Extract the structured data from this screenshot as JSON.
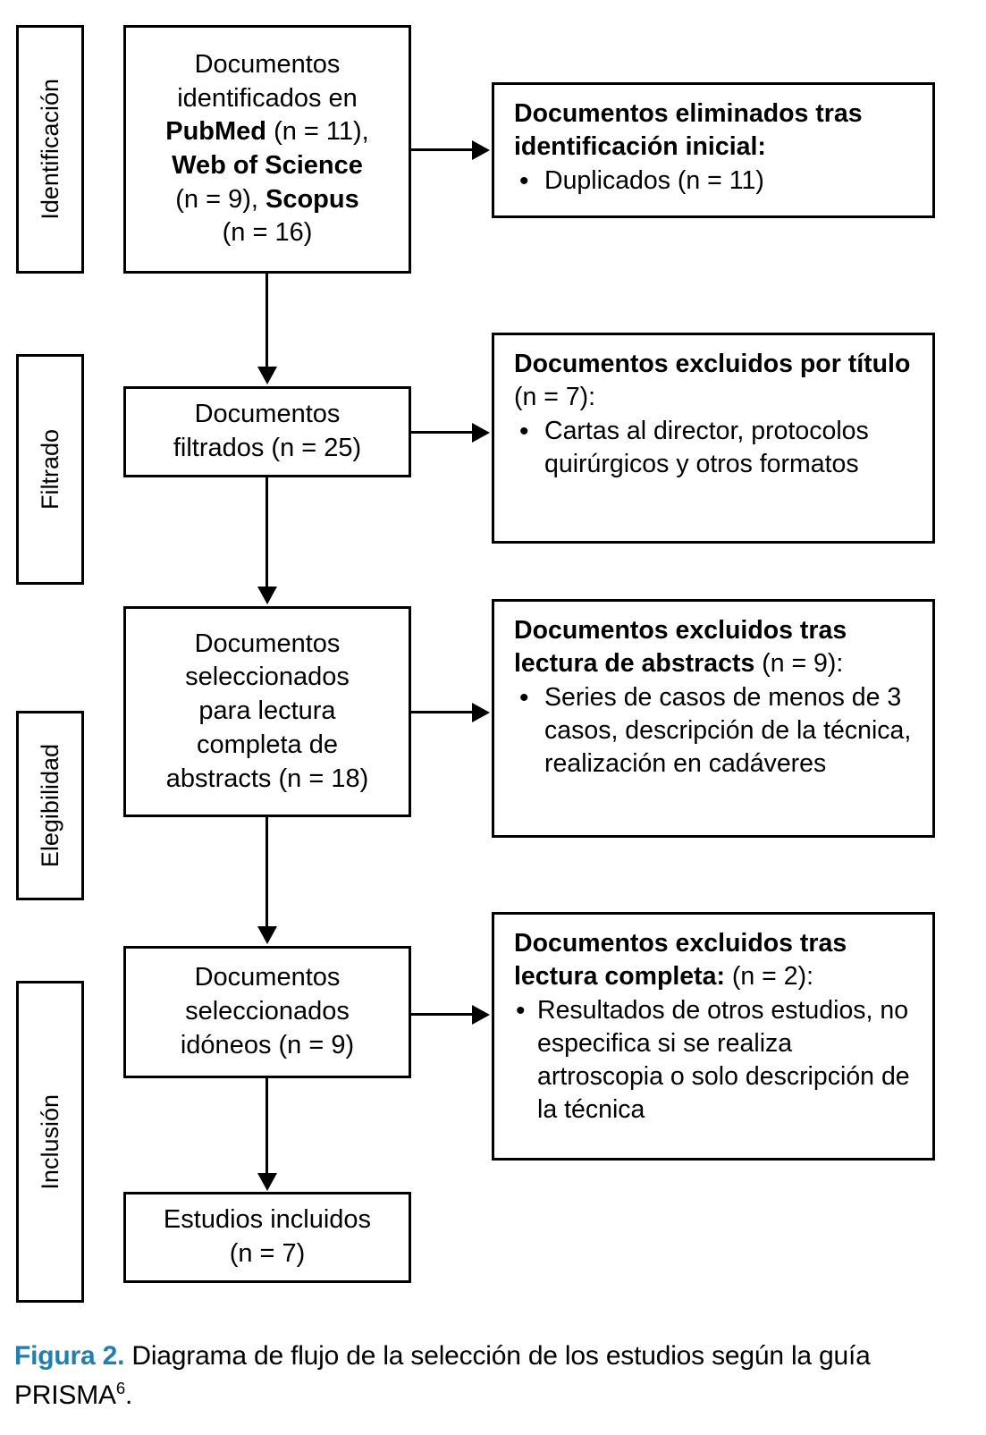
{
  "figure": {
    "caption_label": "Figura 2.",
    "caption_text": "Diagrama de flujo de la selección de los estudios según la guía PRISMA",
    "caption_superscript": "6",
    "caption_end": ".",
    "label_color": "#1e7fb5"
  },
  "stages": [
    {
      "id": "identificacion",
      "label": "Identificación"
    },
    {
      "id": "filtrado",
      "label": "Filtrado"
    },
    {
      "id": "elegibilidad",
      "label": "Elegibilidad"
    },
    {
      "id": "inclusion",
      "label": "Inclusión"
    }
  ],
  "primary_boxes": [
    {
      "id": "identificados",
      "lines": [
        {
          "text": "Documentos"
        },
        {
          "text": "identificados en"
        },
        {
          "bold": "PubMed",
          "text": " (n = 11),"
        },
        {
          "bold": "Web of Science"
        },
        {
          "text": "(n = 9), ",
          "bold_after": "Scopus"
        },
        {
          "text": "(n = 16)"
        }
      ],
      "plain": "Documentos identificados en PubMed (n = 11), Web of Science (n = 9), Scopus (n = 16)",
      "n_pubmed": 11,
      "n_wos": 9,
      "n_scopus": 16
    },
    {
      "id": "filtrados",
      "lines": [
        {
          "text": "Documentos"
        },
        {
          "text": "filtrados (n = 25)"
        }
      ],
      "plain": "Documentos filtrados (n = 25)",
      "n": 25
    },
    {
      "id": "seleccionados-abstracts",
      "lines": [
        {
          "text": "Documentos"
        },
        {
          "text": "seleccionados"
        },
        {
          "text": "para lectura"
        },
        {
          "text": "completa de"
        },
        {
          "text": "abstracts (n = 18)"
        }
      ],
      "plain": "Documentos seleccionados para lectura completa de abstracts (n = 18)",
      "n": 18
    },
    {
      "id": "seleccionados-idoneos",
      "lines": [
        {
          "text": "Documentos"
        },
        {
          "text": "seleccionados"
        },
        {
          "text": "idóneos (n = 9)"
        }
      ],
      "plain": "Documentos seleccionados idóneos (n = 9)",
      "n": 9
    },
    {
      "id": "estudios-incluidos",
      "lines": [
        {
          "text": "Estudios incluidos"
        },
        {
          "text": "(n = 7)"
        }
      ],
      "plain": "Estudios incluidos (n = 7)",
      "n": 7
    }
  ],
  "exclusion_boxes": [
    {
      "id": "eliminados-identificacion",
      "heading_bold": "Documentos eliminados tras identificación inicial:",
      "heading_regular": "",
      "items": [
        "Duplicados (n = 11)"
      ],
      "n": 11
    },
    {
      "id": "excluidos-titulo",
      "heading_bold": "Documentos excluidos por título",
      "heading_regular": " (n = 7):",
      "items": [
        "Cartas al director, protocolos quirúrgicos y otros formatos"
      ],
      "n": 7
    },
    {
      "id": "excluidos-abstracts",
      "heading_bold": "Documentos excluidos tras lectura de abstracts",
      "heading_regular": " (n = 9):",
      "items": [
        "Series de casos de menos de 3 casos, descripción de la técnica, realización en cadáveres"
      ],
      "n": 9
    },
    {
      "id": "excluidos-lectura-completa",
      "heading_bold": "Documentos excluidos tras lectura completa:",
      "heading_regular": " (n = 2):",
      "items": [
        "Resultados de otros estudios, no especifica si se realiza artroscopia o solo descripción de la técnica"
      ],
      "n": 2
    }
  ]
}
